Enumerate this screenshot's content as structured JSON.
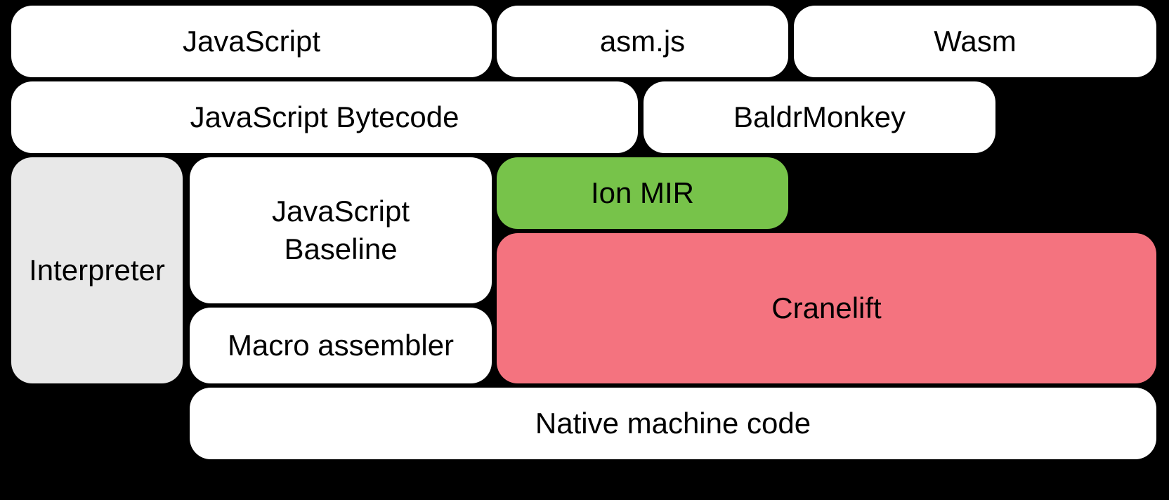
{
  "diagram": {
    "boxes": {
      "javascript": {
        "label": "JavaScript"
      },
      "asmjs": {
        "label": "asm.js"
      },
      "wasm": {
        "label": "Wasm"
      },
      "bytecode": {
        "label": "JavaScript Bytecode"
      },
      "baldrmonkey": {
        "label": "BaldrMonkey"
      },
      "interpreter": {
        "label": "Interpreter"
      },
      "baseline": {
        "label": "JavaScript\nBaseline"
      },
      "ionmir": {
        "label": "Ion MIR"
      },
      "macroassembler": {
        "label": "Macro assembler"
      },
      "cranelift": {
        "label": "Cranelift"
      },
      "native": {
        "label": "Native machine code"
      }
    },
    "colors": {
      "background": "#000000",
      "box_default": "#ffffff",
      "interpreter_fill": "#e8e8e8",
      "ion_mir_fill": "#77c34a",
      "cranelift_fill": "#f4737f",
      "text": "#000000"
    }
  }
}
